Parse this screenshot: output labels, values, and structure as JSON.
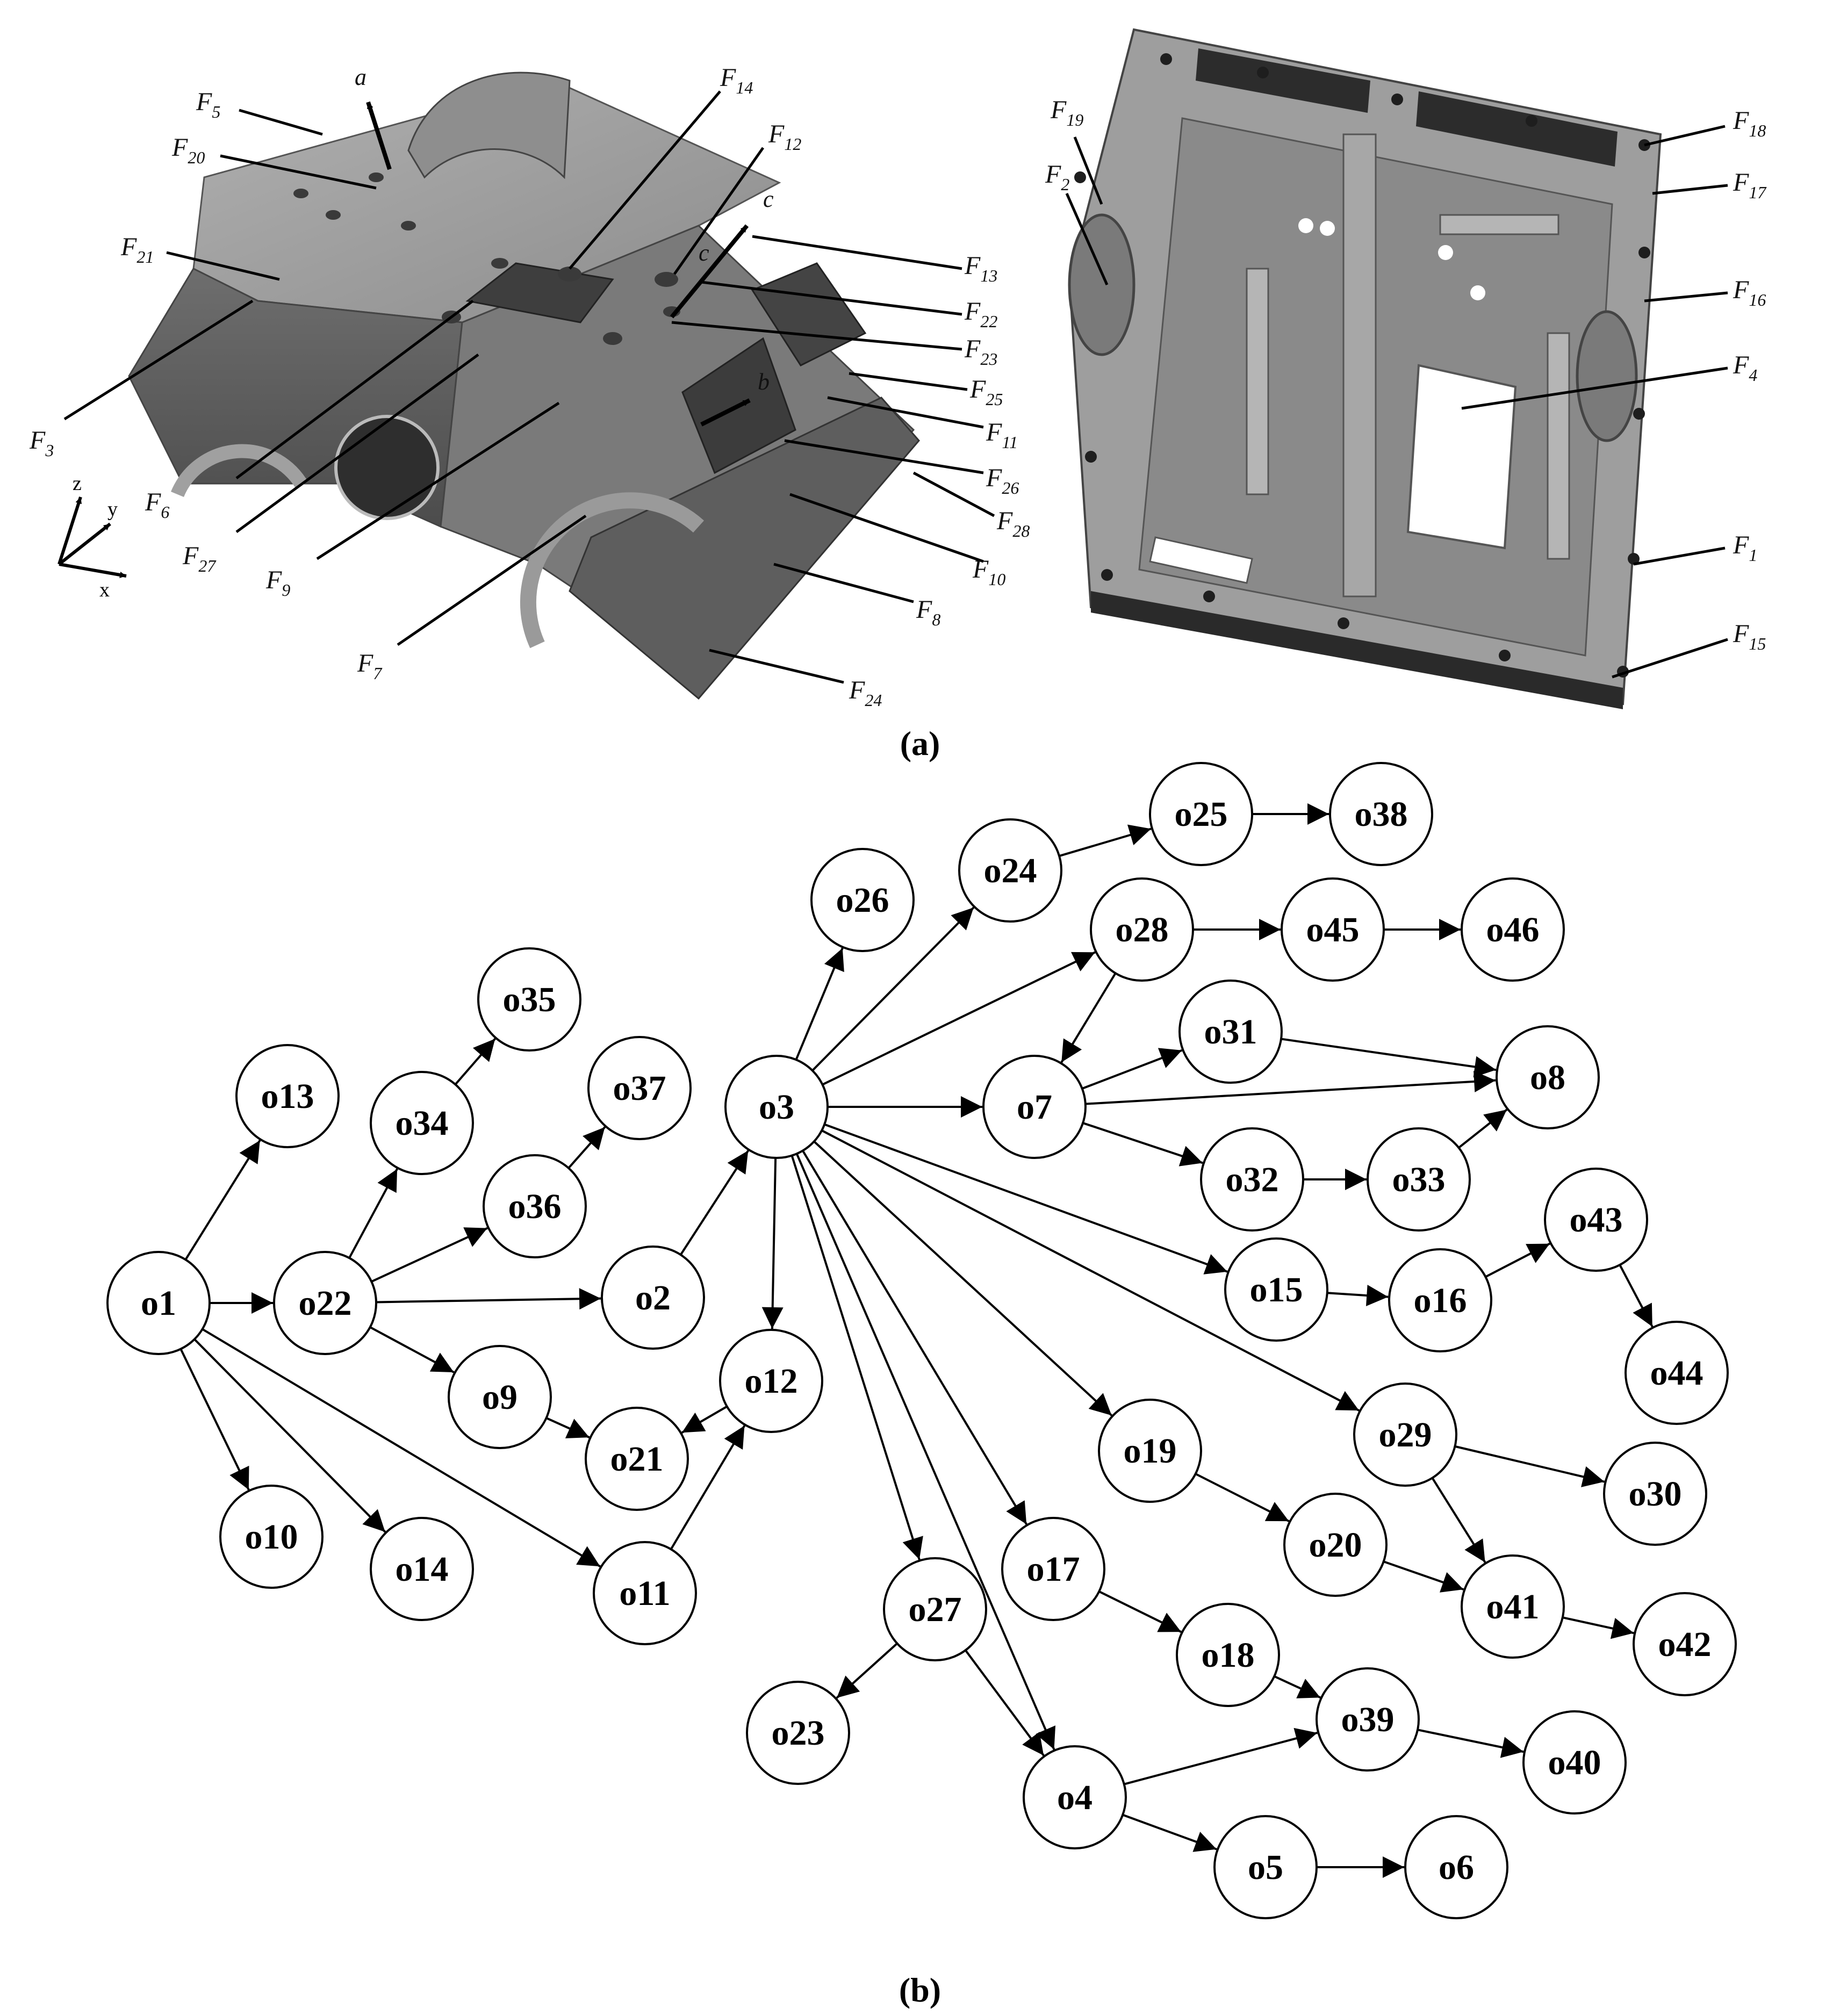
{
  "panel_a": {
    "caption": "(a)",
    "view1_feature_labels": [
      {
        "id": "F5",
        "base": "F",
        "sub": "5"
      },
      {
        "id": "F20",
        "base": "F",
        "sub": "20"
      },
      {
        "id": "F21",
        "base": "F",
        "sub": "21"
      },
      {
        "id": "F3",
        "base": "F",
        "sub": "3"
      },
      {
        "id": "F6",
        "base": "F",
        "sub": "6"
      },
      {
        "id": "F27",
        "base": "F",
        "sub": "27"
      },
      {
        "id": "F9",
        "base": "F",
        "sub": "9"
      },
      {
        "id": "F7",
        "base": "F",
        "sub": "7"
      },
      {
        "id": "F14",
        "base": "F",
        "sub": "14"
      },
      {
        "id": "F12",
        "base": "F",
        "sub": "12"
      },
      {
        "id": "F13",
        "base": "F",
        "sub": "13"
      },
      {
        "id": "F22",
        "base": "F",
        "sub": "22"
      },
      {
        "id": "F23",
        "base": "F",
        "sub": "23"
      },
      {
        "id": "F25",
        "base": "F",
        "sub": "25"
      },
      {
        "id": "F11",
        "base": "F",
        "sub": "11"
      },
      {
        "id": "F26",
        "base": "F",
        "sub": "26"
      },
      {
        "id": "F28",
        "base": "F",
        "sub": "28"
      },
      {
        "id": "F10",
        "base": "F",
        "sub": "10"
      },
      {
        "id": "F8",
        "base": "F",
        "sub": "8"
      },
      {
        "id": "F24",
        "base": "F",
        "sub": "24"
      }
    ],
    "view2_feature_labels": [
      {
        "id": "F19",
        "base": "F",
        "sub": "19"
      },
      {
        "id": "F2",
        "base": "F",
        "sub": "2"
      },
      {
        "id": "F18",
        "base": "F",
        "sub": "18"
      },
      {
        "id": "F17",
        "base": "F",
        "sub": "17"
      },
      {
        "id": "F16",
        "base": "F",
        "sub": "16"
      },
      {
        "id": "F4",
        "base": "F",
        "sub": "4"
      },
      {
        "id": "F1",
        "base": "F",
        "sub": "1"
      },
      {
        "id": "F15",
        "base": "F",
        "sub": "15"
      }
    ],
    "direction_labels": [
      "a",
      "b",
      "c",
      "c"
    ],
    "axis_labels": [
      "z",
      "y",
      "x"
    ]
  },
  "panel_b": {
    "caption": "(b)",
    "nodes": [
      "o1",
      "o2",
      "o3",
      "o4",
      "o5",
      "o6",
      "o7",
      "o8",
      "o9",
      "o10",
      "o11",
      "o12",
      "o13",
      "o14",
      "o15",
      "o16",
      "o17",
      "o18",
      "o19",
      "o20",
      "o21",
      "o22",
      "o23",
      "o24",
      "o25",
      "o26",
      "o27",
      "o28",
      "o29",
      "o30",
      "o31",
      "o32",
      "o33",
      "o34",
      "o35",
      "o36",
      "o37",
      "o38",
      "o39",
      "o40",
      "o41",
      "o42",
      "o43",
      "o44",
      "o45",
      "o46"
    ],
    "edges": [
      [
        "o1",
        "o13"
      ],
      [
        "o1",
        "o22"
      ],
      [
        "o1",
        "o10"
      ],
      [
        "o1",
        "o14"
      ],
      [
        "o1",
        "o11"
      ],
      [
        "o22",
        "o34"
      ],
      [
        "o22",
        "o36"
      ],
      [
        "o22",
        "o2"
      ],
      [
        "o22",
        "o9"
      ],
      [
        "o34",
        "o35"
      ],
      [
        "o36",
        "o37"
      ],
      [
        "o9",
        "o21"
      ],
      [
        "o2",
        "o3"
      ],
      [
        "o11",
        "o12"
      ],
      [
        "o12",
        "o21"
      ],
      [
        "o3",
        "o26"
      ],
      [
        "o3",
        "o24"
      ],
      [
        "o3",
        "o28"
      ],
      [
        "o3",
        "o7"
      ],
      [
        "o3",
        "o12"
      ],
      [
        "o3",
        "o15"
      ],
      [
        "o3",
        "o29"
      ],
      [
        "o3",
        "o19"
      ],
      [
        "o3",
        "o17"
      ],
      [
        "o3",
        "o4"
      ],
      [
        "o3",
        "o27"
      ],
      [
        "o24",
        "o25"
      ],
      [
        "o25",
        "o38"
      ],
      [
        "o28",
        "o45"
      ],
      [
        "o45",
        "o46"
      ],
      [
        "o28",
        "o7"
      ],
      [
        "o7",
        "o31"
      ],
      [
        "o7",
        "o8"
      ],
      [
        "o7",
        "o32"
      ],
      [
        "o31",
        "o8"
      ],
      [
        "o32",
        "o33"
      ],
      [
        "o33",
        "o8"
      ],
      [
        "o15",
        "o16"
      ],
      [
        "o16",
        "o43"
      ],
      [
        "o43",
        "o44"
      ],
      [
        "o29",
        "o30"
      ],
      [
        "o29",
        "o41"
      ],
      [
        "o19",
        "o20"
      ],
      [
        "o20",
        "o41"
      ],
      [
        "o41",
        "o42"
      ],
      [
        "o17",
        "o18"
      ],
      [
        "o18",
        "o39"
      ],
      [
        "o27",
        "o23"
      ],
      [
        "o27",
        "o4"
      ],
      [
        "o4",
        "o39"
      ],
      [
        "o4",
        "o5"
      ],
      [
        "o5",
        "o6"
      ],
      [
        "o39",
        "o40"
      ]
    ]
  }
}
